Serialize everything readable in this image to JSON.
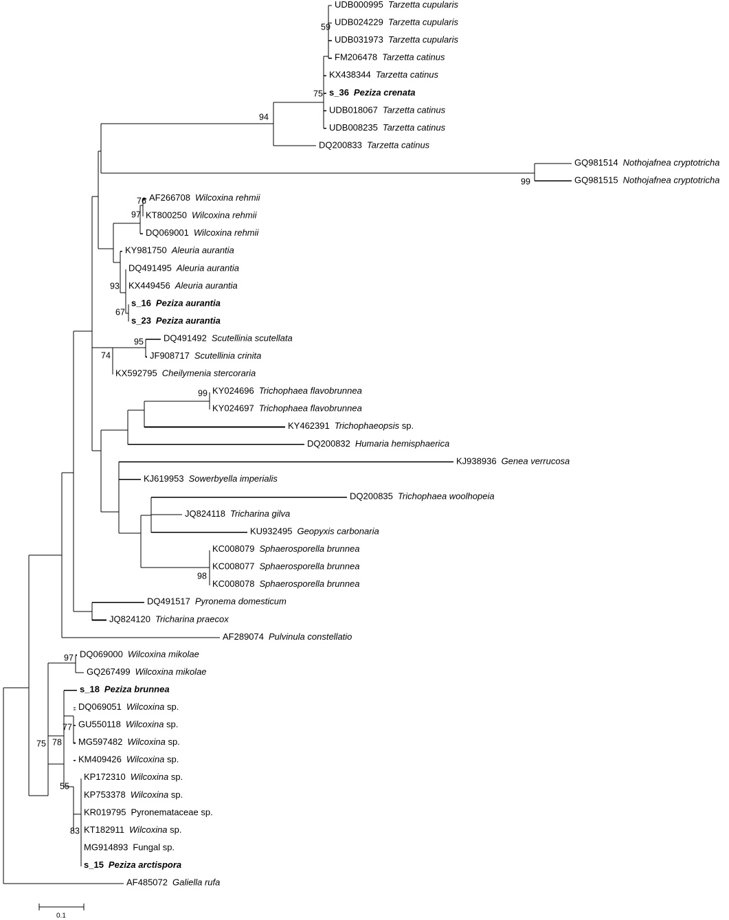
{
  "taxa": [
    {
      "acc": "UDB000995",
      "sp": "Tarzetta cupularis",
      "italic": true,
      "bold": false
    },
    {
      "acc": "UDB024229",
      "sp": "Tarzetta cupularis",
      "italic": true,
      "bold": false
    },
    {
      "acc": "UDB031973",
      "sp": "Tarzetta cupularis",
      "italic": true,
      "bold": false
    },
    {
      "acc": "FM206478",
      "sp": "Tarzetta catinus",
      "italic": true,
      "bold": false
    },
    {
      "acc": "KX438344",
      "sp": "Tarzetta catinus",
      "italic": true,
      "bold": false
    },
    {
      "acc": "s_36",
      "sp": "Peziza crenata",
      "italic": true,
      "bold": true
    },
    {
      "acc": "UDB018067",
      "sp": "Tarzetta catinus",
      "italic": true,
      "bold": false
    },
    {
      "acc": "UDB008235",
      "sp": "Tarzetta catinus",
      "italic": true,
      "bold": false
    },
    {
      "acc": "DQ200833",
      "sp": "Tarzetta catinus",
      "italic": true,
      "bold": false
    },
    {
      "acc": "GQ981514",
      "sp": "Nothojafnea cryptotricha",
      "italic": true,
      "bold": false
    },
    {
      "acc": "GQ981515",
      "sp": "Nothojafnea cryptotricha",
      "italic": true,
      "bold": false
    },
    {
      "acc": "AF266708",
      "sp": "Wilcoxina rehmii",
      "italic": true,
      "bold": false
    },
    {
      "acc": "KT800250",
      "sp": "Wilcoxina rehmii",
      "italic": true,
      "bold": false
    },
    {
      "acc": "DQ069001",
      "sp": "Wilcoxina rehmii",
      "italic": true,
      "bold": false
    },
    {
      "acc": "KY981750",
      "sp": "Aleuria aurantia",
      "italic": true,
      "bold": false
    },
    {
      "acc": "DQ491495",
      "sp": "Aleuria aurantia",
      "italic": true,
      "bold": false
    },
    {
      "acc": "KX449456",
      "sp": "Aleuria aurantia",
      "italic": true,
      "bold": false
    },
    {
      "acc": "s_16",
      "sp": "Peziza aurantia",
      "italic": true,
      "bold": true
    },
    {
      "acc": "s_23",
      "sp": "Peziza aurantia",
      "italic": true,
      "bold": true
    },
    {
      "acc": "DQ491492",
      "sp": "Scutellinia scutellata",
      "italic": true,
      "bold": false
    },
    {
      "acc": "JF908717",
      "sp": "Scutellinia crinita",
      "italic": true,
      "bold": false
    },
    {
      "acc": "KX592795",
      "sp": "Cheilymenia stercoraria",
      "italic": true,
      "bold": false
    },
    {
      "acc": "KY024696",
      "sp": "Trichophaea flavobrunnea",
      "italic": true,
      "bold": false
    },
    {
      "acc": "KY024697",
      "sp": "Trichophaea flavobrunnea",
      "italic": true,
      "bold": false
    },
    {
      "acc": "KY462391",
      "sp": "Trichophaeopsis",
      "suffix": " sp.",
      "italic": true,
      "bold": false
    },
    {
      "acc": "DQ200832",
      "sp": "Humaria hemisphaerica",
      "italic": true,
      "bold": false
    },
    {
      "acc": "KJ938936",
      "sp": "Genea verrucosa",
      "italic": true,
      "bold": false
    },
    {
      "acc": "KJ619953",
      "sp": "Sowerbyella imperialis",
      "italic": true,
      "bold": false
    },
    {
      "acc": "DQ200835",
      "sp": "Trichophaea woolhopeia",
      "italic": true,
      "bold": false
    },
    {
      "acc": "JQ824118",
      "sp": "Tricharina gilva",
      "italic": true,
      "bold": false
    },
    {
      "acc": "KU932495",
      "sp": "Geopyxis carbonaria",
      "italic": true,
      "bold": false
    },
    {
      "acc": "KC008079",
      "sp": "Sphaerosporella brunnea",
      "italic": true,
      "bold": false
    },
    {
      "acc": "KC008077",
      "sp": "Sphaerosporella brunnea",
      "italic": true,
      "bold": false
    },
    {
      "acc": "KC008078",
      "sp": "Sphaerosporella brunnea",
      "italic": true,
      "bold": false
    },
    {
      "acc": "DQ491517",
      "sp": "Pyronema domesticum",
      "italic": true,
      "bold": false
    },
    {
      "acc": "JQ824120",
      "sp": "Tricharina praecox",
      "italic": true,
      "bold": false
    },
    {
      "acc": "AF289074",
      "sp": "Pulvinula constellatio",
      "italic": true,
      "bold": false
    },
    {
      "acc": "DQ069000",
      "sp": "Wilcoxina mikolae",
      "italic": true,
      "bold": false
    },
    {
      "acc": "GQ267499",
      "sp": "Wilcoxina mikolae",
      "italic": true,
      "bold": false
    },
    {
      "acc": "s_18",
      "sp": "Peziza brunnea",
      "italic": true,
      "bold": true
    },
    {
      "acc": "DQ069051",
      "sp": "Wilcoxina",
      "suffix": " sp.",
      "italic": true,
      "bold": false
    },
    {
      "acc": "GU550118",
      "sp": "Wilcoxina",
      "suffix": " sp.",
      "italic": true,
      "bold": false
    },
    {
      "acc": "MG597482",
      "sp": "Wilcoxina",
      "suffix": " sp.",
      "italic": true,
      "bold": false
    },
    {
      "acc": "KM409426",
      "sp": "Wilcoxina",
      "suffix": " sp.",
      "italic": true,
      "bold": false
    },
    {
      "acc": "KP172310",
      "sp": "Wilcoxina",
      "suffix": " sp.",
      "italic": true,
      "bold": false
    },
    {
      "acc": "KP753378",
      "sp": "Wilcoxina",
      "suffix": " sp.",
      "italic": true,
      "bold": false
    },
    {
      "acc": "KR019795",
      "sp": "Pyronemataceae sp.",
      "italic": false,
      "bold": false
    },
    {
      "acc": "KT182911",
      "sp": "Wilcoxina",
      "suffix": " sp.",
      "italic": true,
      "bold": false
    },
    {
      "acc": "MG914893",
      "sp": "Fungal sp.",
      "italic": false,
      "bold": false
    },
    {
      "acc": "s_15",
      "sp": "Peziza arctispora",
      "italic": true,
      "bold": true
    },
    {
      "acc": "AF485072",
      "sp": "Galiella rufa",
      "italic": true,
      "bold": false
    }
  ],
  "bootstrap": [
    "59",
    "75",
    "94",
    "99",
    "76",
    "97",
    "93",
    "67",
    "95",
    "74",
    "99",
    "98",
    "97",
    "77",
    "75",
    "78",
    "55",
    "83"
  ],
  "scale_bar": {
    "label": "0.1"
  }
}
